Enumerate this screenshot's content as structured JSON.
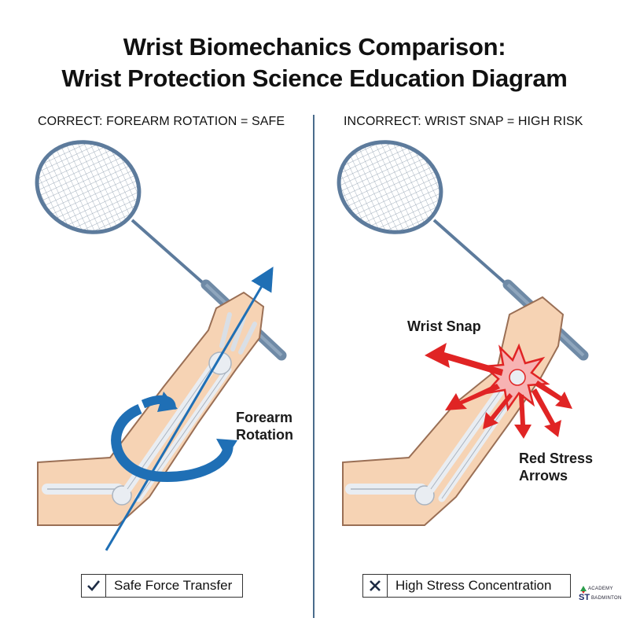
{
  "title": {
    "line1": "Wrist Biomechanics Comparison:",
    "line2": "Wrist Protection Science Education Diagram"
  },
  "left_panel": {
    "heading": "CORRECT: FOREARM ROTATION = SAFE",
    "label_line1": "Forearm",
    "label_line2": "Rotation",
    "callout_icon": "check-icon",
    "callout_text": "Safe Force Transfer"
  },
  "right_panel": {
    "heading": "INCORRECT: WRIST SNAP = HIGH RISK",
    "label_top": "Wrist Snap",
    "label_line1": "Red Stress",
    "label_line2": "Arrows",
    "callout_icon": "x-icon",
    "callout_text": "High Stress Concentration"
  },
  "logo": {
    "top_text": "ACADEMY",
    "main_text": "ST",
    "bottom_text": "BADMINTON"
  },
  "colors": {
    "rotation_arrow": "#1f6fb5",
    "stress_arrow": "#e02424",
    "skin": "#f6d3b4",
    "bone": "#e9edf2",
    "racket": "#5d7b9c"
  }
}
